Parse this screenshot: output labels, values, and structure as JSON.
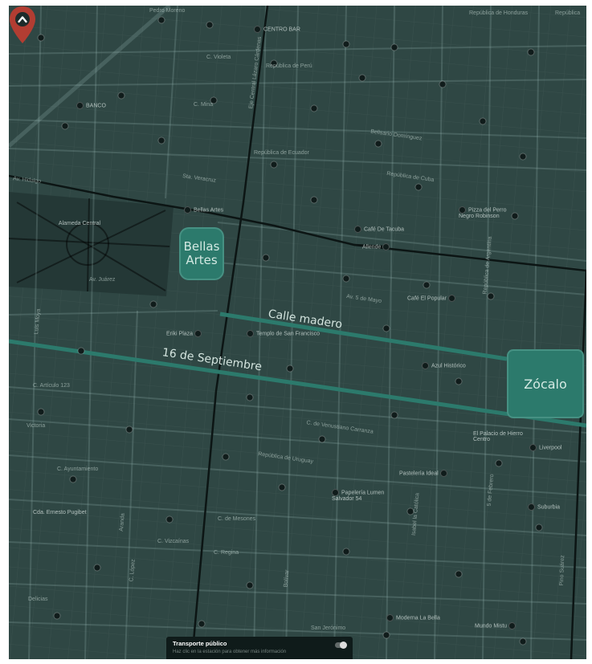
{
  "map": {
    "areas": [
      {
        "id": "bellas-artes",
        "label": "Bellas Artes"
      },
      {
        "id": "zocalo",
        "label": "Zócalo"
      }
    ],
    "routes": [
      {
        "id": "calle-madero",
        "label": "Calle madero"
      },
      {
        "id": "16-septiembre",
        "label": "16 de Septiembre"
      }
    ],
    "streets": {
      "pedro_moreno": "Pedro Moreno",
      "republica_honduras": "República de Honduras",
      "republica_top_right": "República",
      "republica_peru": "República de Perú",
      "c_violeta": "C. Violeta",
      "c_mina": "C. Mina",
      "republica_ecuador": "República de Ecuador",
      "belisario_dominguez": "Belisario Domínguez",
      "republica_cuba": "República de Cuba",
      "av_hidalgo": "Av. Hidalgo",
      "sta_veracruz": "Sta. Veracruz",
      "av_juarez": "Av. Juárez",
      "av_5_mayo": "Av. 5 de Mayo",
      "c_ayuntamiento": "C. Ayuntamiento",
      "c_articulo_123": "C. Artículo 123",
      "victoria": "Victoria",
      "republica_uruguay": "República de Uruguay",
      "c_de_mesones": "C. de Mesones",
      "venustiano_carranza": "C. de Venustiano Carranza",
      "c_regina": "C. Regina",
      "c_vizcainas": "C. Vizcaínas",
      "delicias": "Delicias",
      "san_jeronimo": "San Jerónimo",
      "luis_moya": "Luis Moya",
      "c_lopez": "C. López",
      "aranda": "Aranda",
      "eje_central": "Eje Central Lázaro Cárdenas",
      "bolivar": "Bolívar",
      "isabel_la_catolica": "Isabel la Católica",
      "5_de_febrero": "5 de Febrero",
      "republica_argentina": "República de Argentina",
      "pino_suarez": "Pino Suárez"
    },
    "pois": {
      "centro_bar": "CENTRO BAR",
      "banco": "BANCO",
      "pizza_perro_negro": "Pizza del Perro Negro Robinson",
      "cafe_de_tacuba": "Café De Tacuba",
      "cafe_popular": "Café El Popular",
      "eriki_plaza": "Eriki Plaza",
      "templo_san_francisco": "Templo de San Francisco",
      "azul_historico": "Azul Histórico",
      "palacio_hierro": "El Palacio de Hierro Centro",
      "liverpool": "Liverpool",
      "pasteleria_ideal": "Pastelería Ideal",
      "papeleria_lumen": "Papelería Lumen Salvador 54",
      "suburbia": "Suburbia",
      "ciudad_ermita": "Cda. Ernesto Pugibet",
      "mundo_mistu": "Mundo Mistu",
      "moderna_la_bella": "Moderna La Bella",
      "alameda_central": "Alameda Central",
      "bellas_artes_station": "Bellas Artes",
      "allende": "Allende",
      "zocalo_station": "Zócalo"
    },
    "colors": {
      "base": "#2f4744",
      "highlight": "#2c7a6c",
      "pin": "#b23d32",
      "road_main": "#0c1514"
    },
    "transit_card": {
      "title": "Transporte público",
      "subtitle": "Haz clic en la estación para obtener más información"
    },
    "pin_icon": "chevron-up-icon"
  }
}
